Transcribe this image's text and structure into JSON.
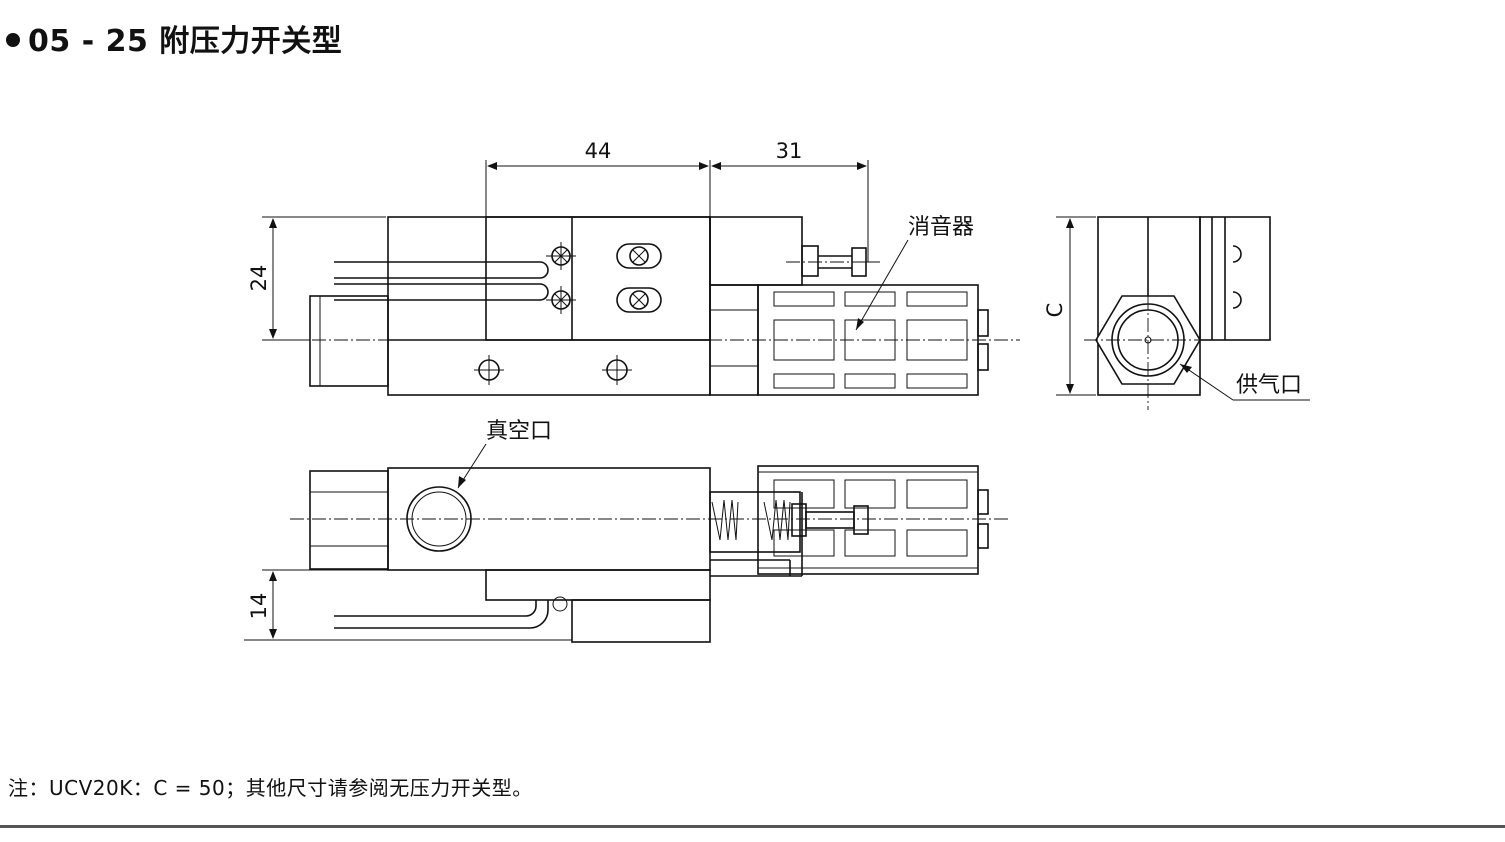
{
  "title": "05 - 25 附压力开关型",
  "dimensions": {
    "d44": "44",
    "d31": "31",
    "d24": "24",
    "d14": "14",
    "dc": "C"
  },
  "labels": {
    "muffler": "消音器",
    "vacuum_port": "真空口",
    "supply_port": "供气口"
  },
  "note": "注：UCV20K：C = 50；其他尺寸请参阅无压力开关型。"
}
